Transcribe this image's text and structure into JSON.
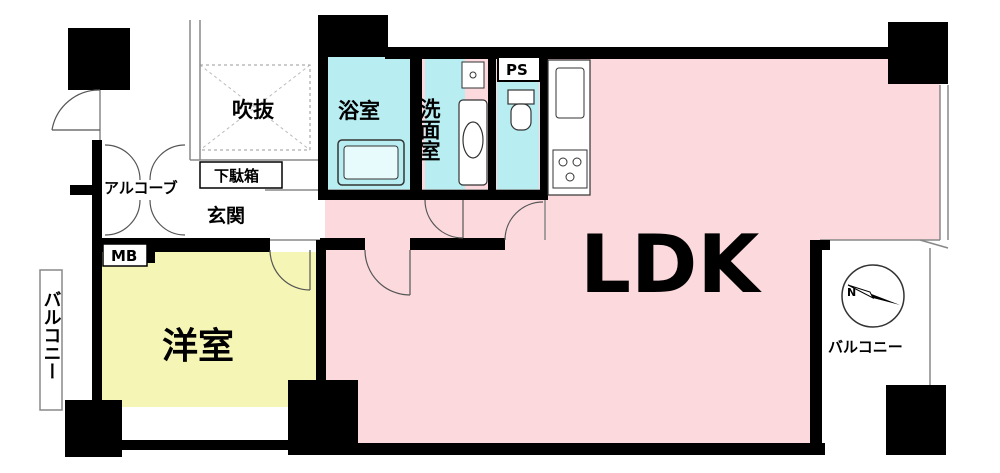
{
  "rooms": {
    "ldk": "LDK",
    "western_room": "洋室",
    "bathroom": "浴室",
    "washroom": "洗面室",
    "ps": "PS",
    "atrium": "吹抜",
    "alcove": "アルコーブ",
    "shoe_box": "下駄箱",
    "entrance": "玄関",
    "mb": "MB",
    "balcony_left": "バルコニー",
    "balcony_right": "バルコニー"
  },
  "compass": {
    "north_label": "N"
  },
  "colors": {
    "ldk": "#fbd9dc",
    "western_room": "#f5f5b5",
    "wet_area": "#b8eef2",
    "wall": "#000000"
  }
}
